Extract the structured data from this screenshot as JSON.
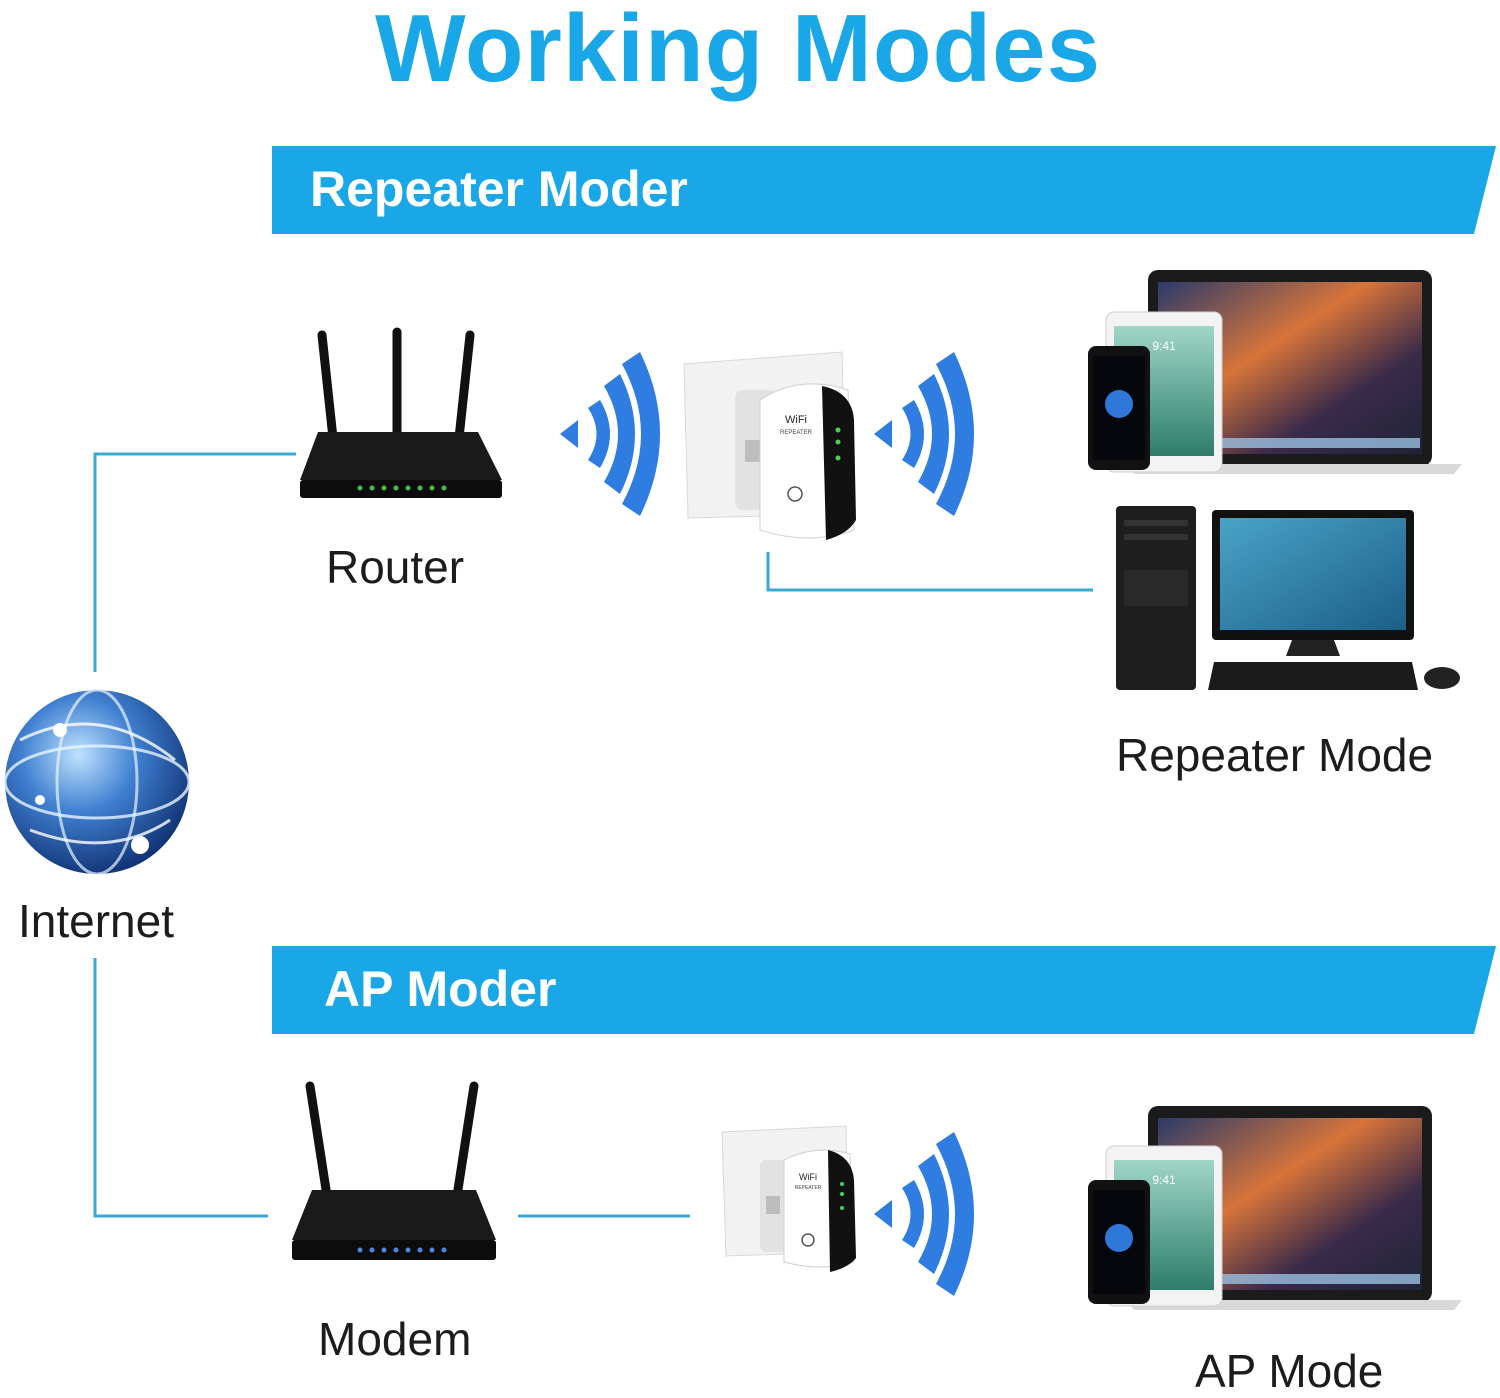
{
  "title": "Working Modes",
  "sections": [
    {
      "banner": "Repeater Moder",
      "source_label": "Router",
      "target_label": "Repeater Mode"
    },
    {
      "banner": "AP Moder",
      "source_label": "Modem",
      "target_label": "AP Mode"
    }
  ],
  "internet_label": "Internet",
  "device_texts": {
    "repeater_logo": "WiFi",
    "repeater_sub": "REPEATER",
    "clock": "9:41"
  },
  "colors": {
    "accent": "#1aa7e8",
    "line": "#3aa7d6",
    "wave": "#2f7de0"
  },
  "icons": [
    "globe-icon",
    "router-icon",
    "repeater-icon",
    "wifi-wave-icon",
    "laptop-icon",
    "tablet-icon",
    "phone-icon",
    "desktop-pc-icon"
  ]
}
